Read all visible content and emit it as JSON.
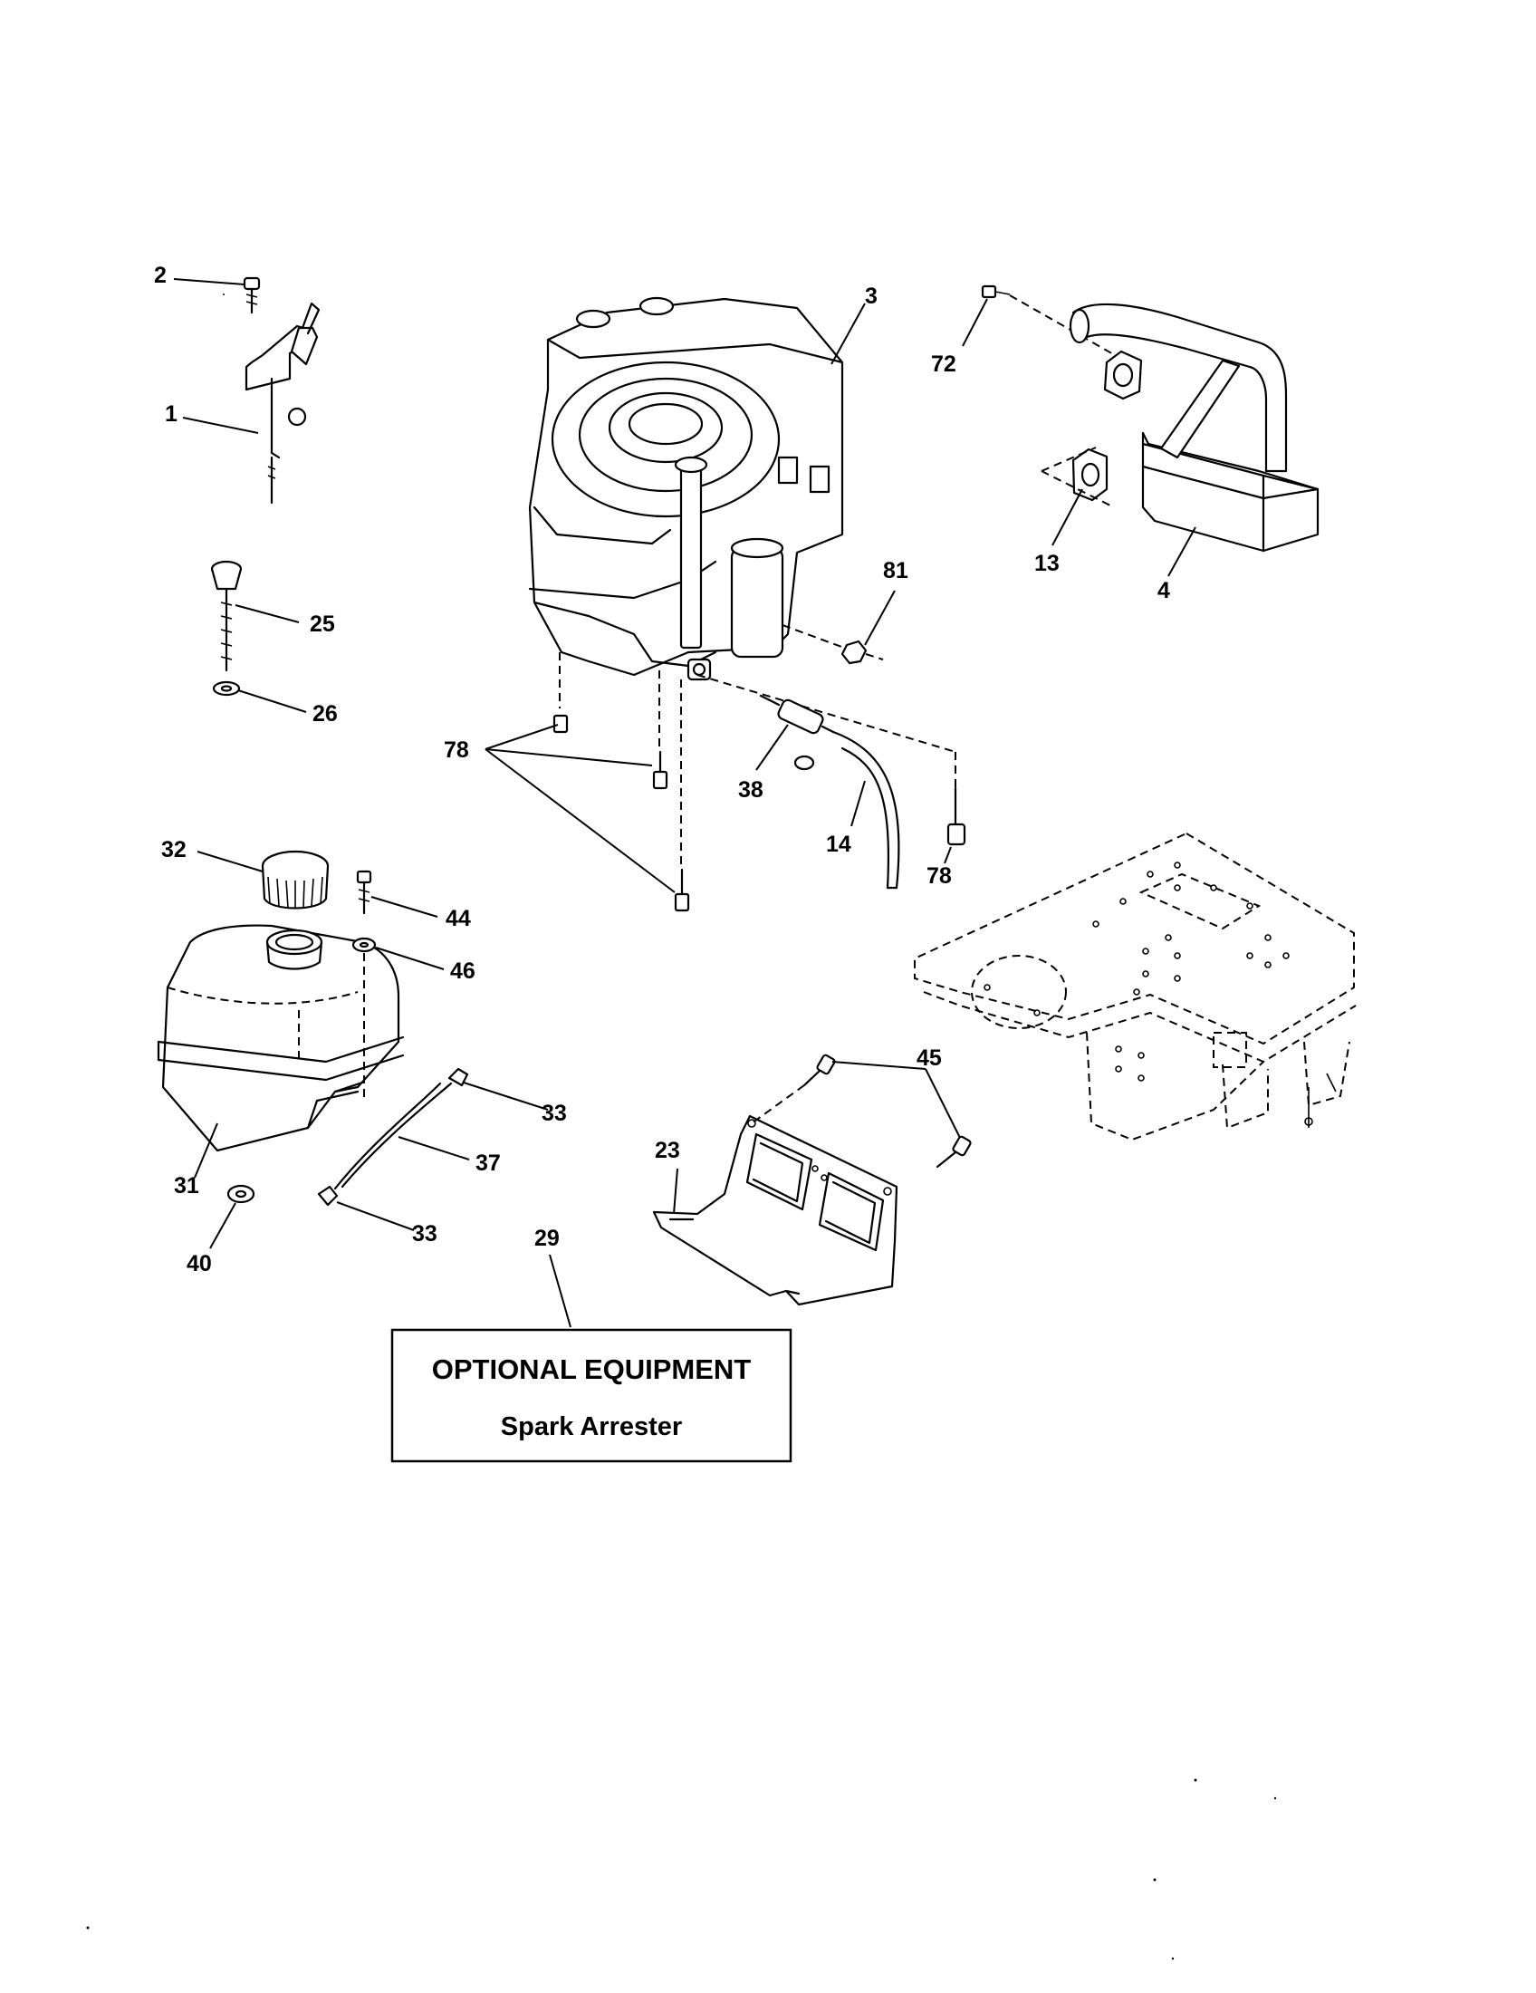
{
  "callouts": {
    "c1": "1",
    "c2": "2",
    "c3": "3",
    "c4": "4",
    "c13": "13",
    "c14": "14",
    "c23": "23",
    "c25": "25",
    "c26": "26",
    "c29": "29",
    "c31": "31",
    "c32": "32",
    "c33a": "33",
    "c33b": "33",
    "c37": "37",
    "c38": "38",
    "c40": "40",
    "c44": "44",
    "c45": "45",
    "c46": "46",
    "c72": "72",
    "c78a": "78",
    "c78b": "78",
    "c81": "81"
  },
  "optional_box": {
    "title": "OPTIONAL EQUIPMENT",
    "subtitle": "Spark Arrester"
  }
}
